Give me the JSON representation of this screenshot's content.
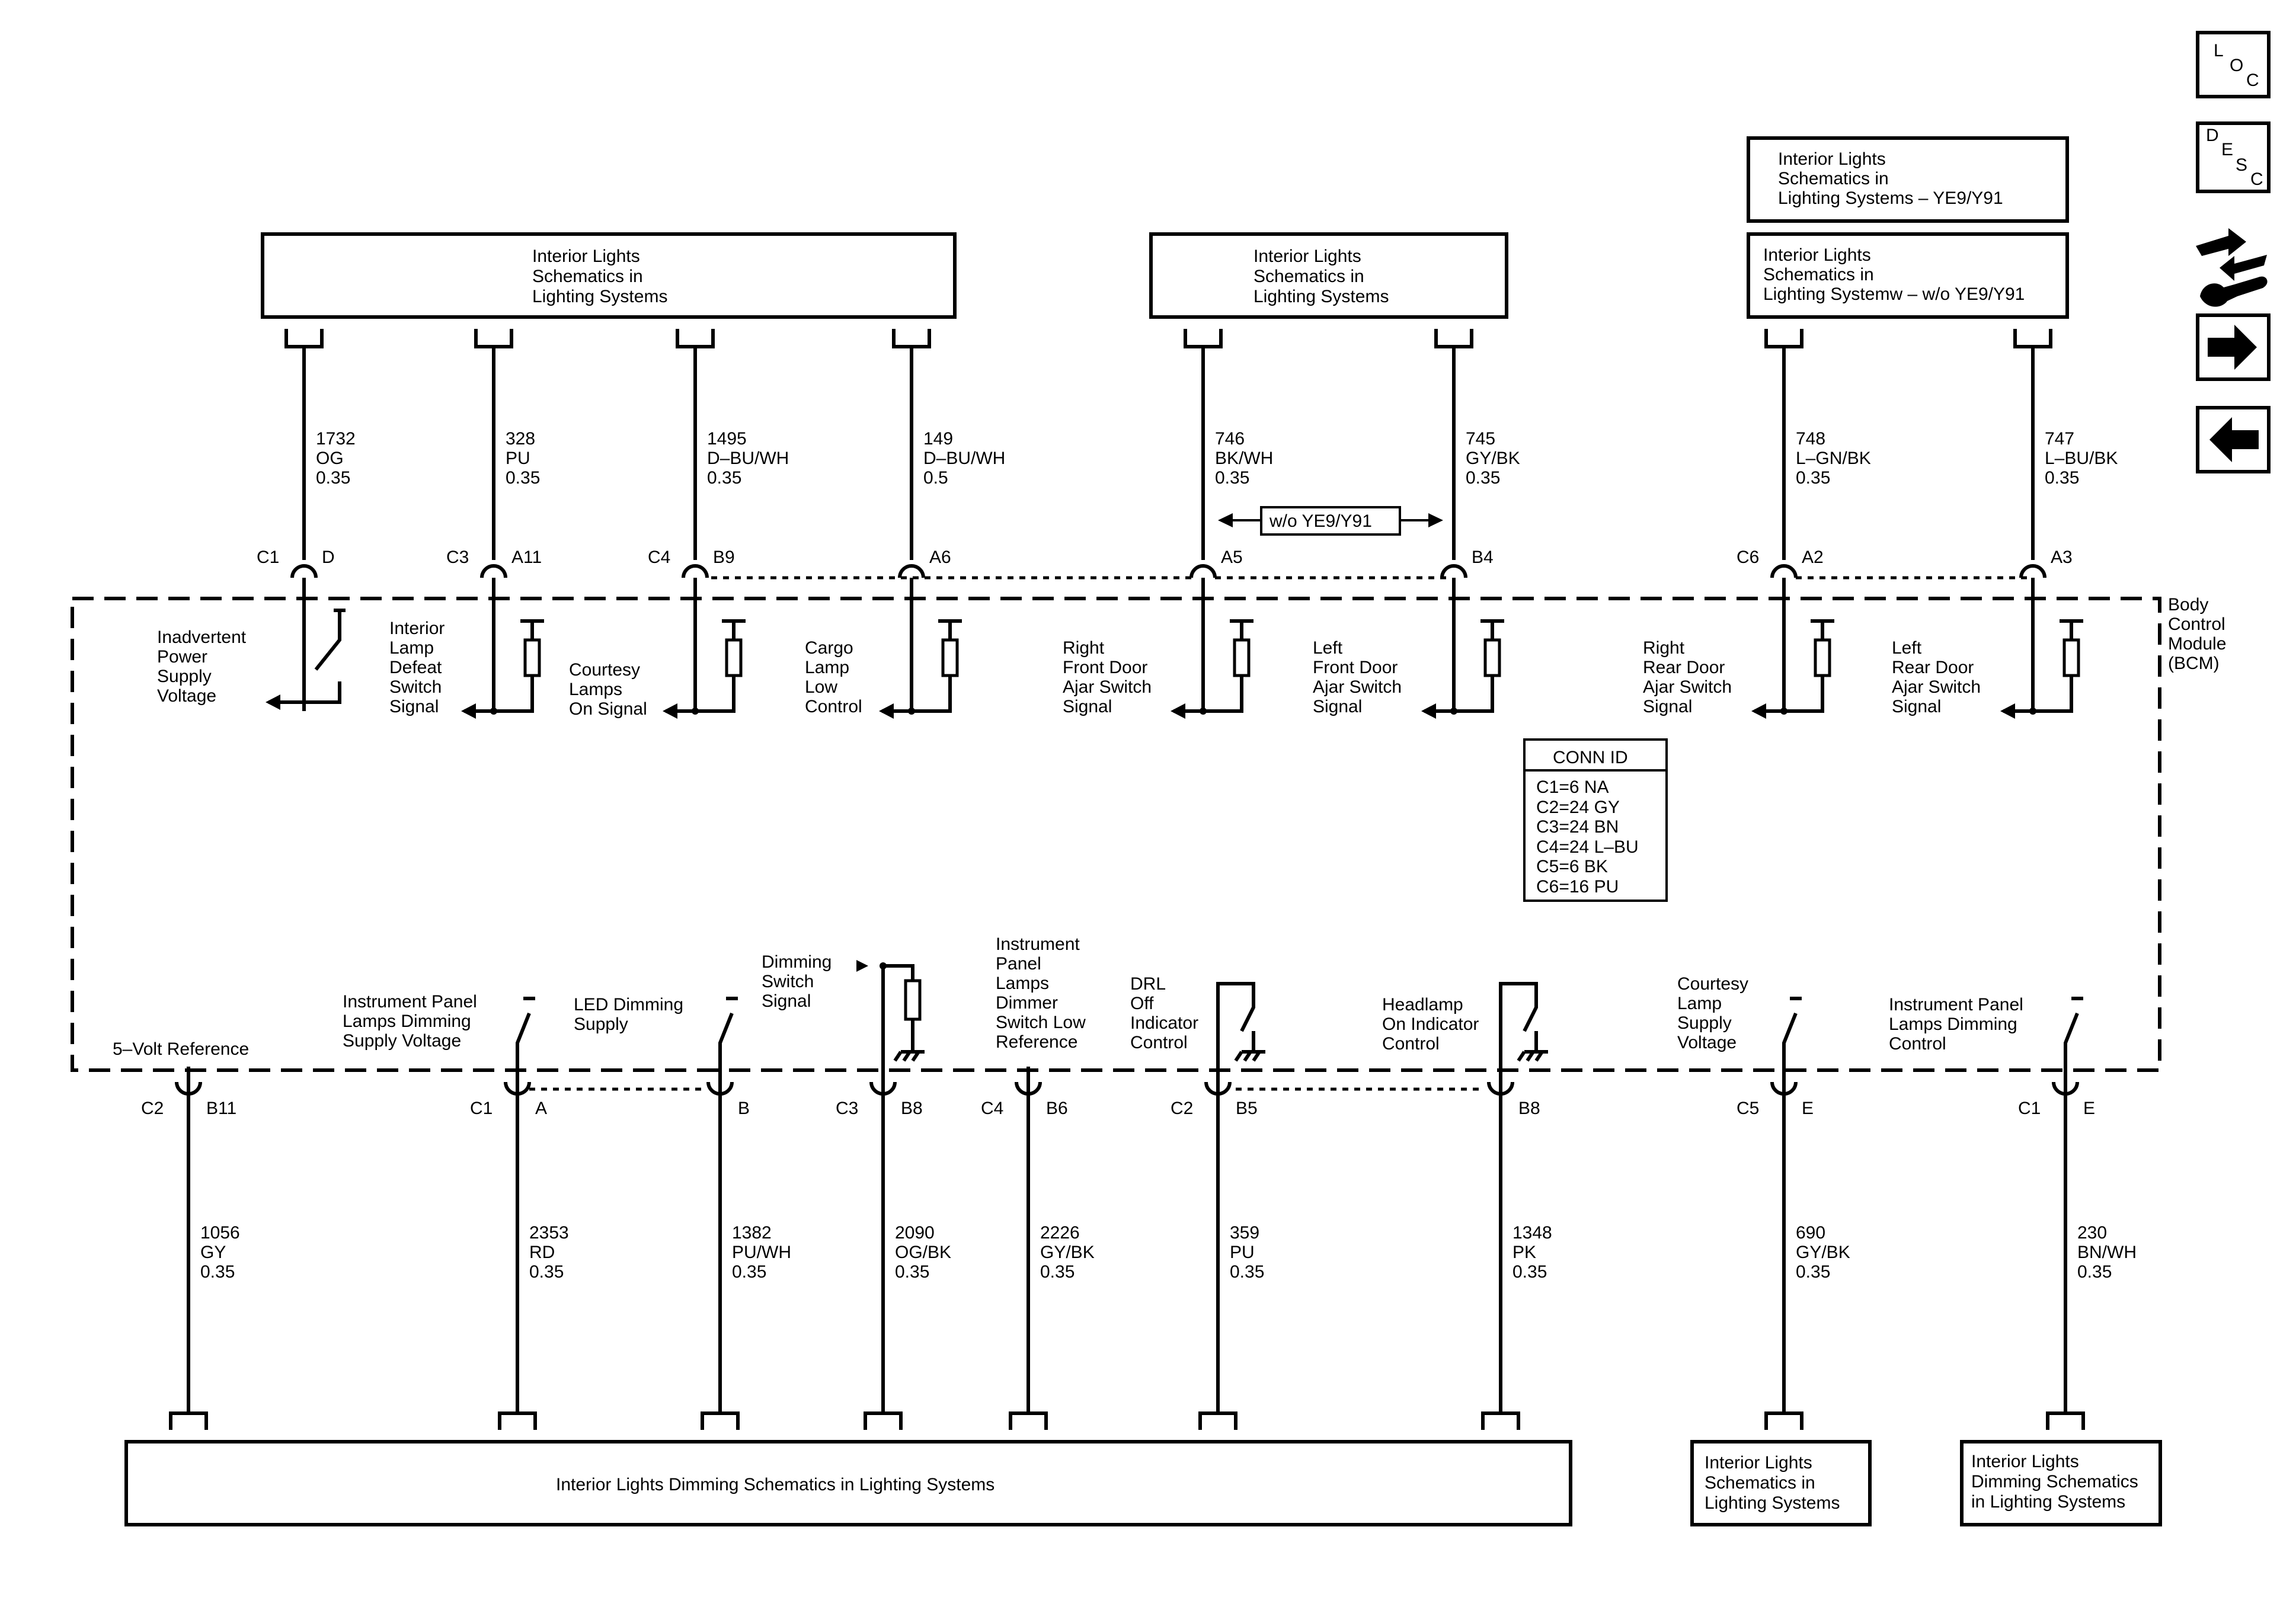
{
  "nav": {
    "loc": [
      "L",
      "O",
      "C"
    ],
    "desc": [
      "D",
      "E",
      "S",
      "C"
    ]
  },
  "bcm": {
    "label": [
      "Body",
      "Control",
      "Module",
      "(BCM)"
    ]
  },
  "top_boxes": [
    {
      "lines": [
        "Interior Lights",
        "Schematics in",
        "Lighting Systems"
      ]
    },
    {
      "lines": [
        "Interior Lights",
        "Schematics in",
        "Lighting Systems"
      ]
    },
    {
      "lines": [
        "Interior Lights",
        "Schematics in",
        "Lighting Systems – YE9/Y91"
      ]
    },
    {
      "lines": [
        "Interior Lights",
        "Schematics in",
        "Lighting Systemw – w/o YE9/Y91"
      ]
    }
  ],
  "top_circuits": [
    {
      "circuit": "1732",
      "color": "OG",
      "gauge": "0.35",
      "conn": "C1",
      "pin": "D",
      "function": [
        "Inadvertent",
        "Power",
        "Supply",
        "Voltage"
      ]
    },
    {
      "circuit": "328",
      "color": "PU",
      "gauge": "0.35",
      "conn": "C3",
      "pin": "A11",
      "function": [
        "Interior",
        "Lamp",
        "Defeat",
        "Switch",
        "Signal"
      ]
    },
    {
      "circuit": "1495",
      "color": "D–BU/WH",
      "gauge": "0.35",
      "conn": "C4",
      "pin": "B9",
      "function": [
        "Courtesy",
        "Lamps",
        "On Signal"
      ]
    },
    {
      "circuit": "149",
      "color": "D–BU/WH",
      "gauge": "0.5",
      "conn": "",
      "pin": "A6",
      "function": [
        "Cargo",
        "Lamp",
        "Low",
        "Control"
      ]
    },
    {
      "circuit": "746",
      "color": "BK/WH",
      "gauge": "0.35",
      "conn": "",
      "pin": "A5",
      "function": [
        "Right",
        "Front Door",
        "Ajar Switch",
        "Signal"
      ]
    },
    {
      "circuit": "745",
      "color": "GY/BK",
      "gauge": "0.35",
      "conn": "",
      "pin": "B4",
      "function": [
        "Left",
        "Front Door",
        "Ajar Switch",
        "Signal"
      ]
    },
    {
      "circuit": "748",
      "color": "L–GN/BK",
      "gauge": "0.35",
      "conn": "C6",
      "pin": "A2",
      "function": [
        "Right",
        "Rear Door",
        "Ajar Switch",
        "Signal"
      ]
    },
    {
      "circuit": "747",
      "color": "L–BU/BK",
      "gauge": "0.35",
      "conn": "",
      "pin": "A3",
      "function": [
        "Left",
        "Rear Door",
        "Ajar Switch",
        "Signal"
      ]
    }
  ],
  "option_label": "w/o YE9/Y91",
  "conn_id": {
    "title": "CONN ID",
    "rows": [
      "C1=6 NA",
      "C2=24 GY",
      "C3=24 BN",
      "C4=24 L–BU",
      "C5=6 BK",
      "C6=16 PU"
    ]
  },
  "bottom_circuits": [
    {
      "circuit": "1056",
      "color": "GY",
      "gauge": "0.35",
      "conn": "C2",
      "pin": "B11",
      "function": [
        "5–Volt Reference"
      ]
    },
    {
      "circuit": "2353",
      "color": "RD",
      "gauge": "0.35",
      "conn": "C1",
      "pin": "A",
      "function": [
        "Instrument Panel",
        "Lamps Dimming",
        "Supply Voltage"
      ]
    },
    {
      "circuit": "1382",
      "color": "PU/WH",
      "gauge": "0.35",
      "conn": "",
      "pin": "B",
      "function": [
        "LED Dimming",
        "Supply"
      ]
    },
    {
      "circuit": "2090",
      "color": "OG/BK",
      "gauge": "0.35",
      "conn": "C3",
      "pin": "B8",
      "function": [
        "Dimming",
        "Switch",
        "Signal"
      ]
    },
    {
      "circuit": "2226",
      "color": "GY/BK",
      "gauge": "0.35",
      "conn": "C4",
      "pin": "B6",
      "function": [
        "Instrument",
        "Panel",
        "Lamps",
        "Dimmer",
        "Switch Low",
        "Reference"
      ]
    },
    {
      "circuit": "359",
      "color": "PU",
      "gauge": "0.35",
      "conn": "C2",
      "pin": "B5",
      "function": [
        "DRL",
        "Off",
        "Indicator",
        "Control"
      ]
    },
    {
      "circuit": "1348",
      "color": "PK",
      "gauge": "0.35",
      "conn": "",
      "pin": "B8",
      "function": [
        "Headlamp",
        "On Indicator",
        "Control"
      ]
    },
    {
      "circuit": "690",
      "color": "GY/BK",
      "gauge": "0.35",
      "conn": "C5",
      "pin": "E",
      "function": [
        "Courtesy",
        "Lamp",
        "Supply",
        "Voltage"
      ]
    },
    {
      "circuit": "230",
      "color": "BN/WH",
      "gauge": "0.35",
      "conn": "C1",
      "pin": "E",
      "function": [
        "Instrument Panel",
        "Lamps Dimming",
        "Control"
      ]
    }
  ],
  "bottom_boxes": [
    {
      "lines": [
        "Interior Lights Dimming Schematics in Lighting Systems"
      ]
    },
    {
      "lines": [
        "Interior Lights",
        "Schematics in",
        "Lighting Systems"
      ]
    },
    {
      "lines": [
        "Interior Lights",
        "Dimming Schematics",
        "in Lighting Systems"
      ]
    }
  ]
}
